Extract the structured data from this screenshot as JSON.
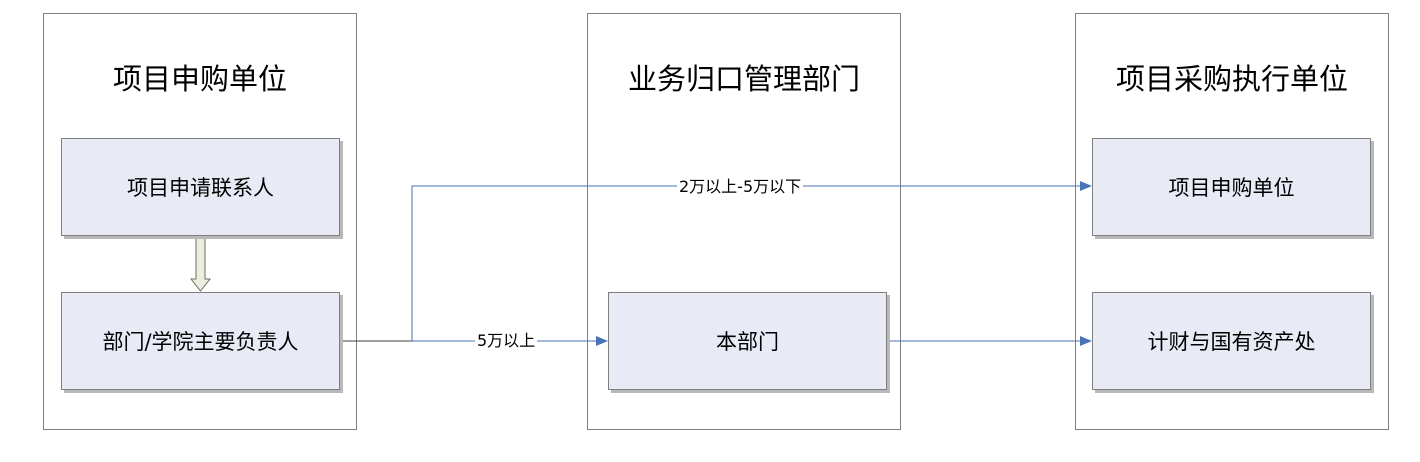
{
  "lanes": [
    {
      "title": "项目申购单位"
    },
    {
      "title": "业务归口管理部门"
    },
    {
      "title": "项目采购执行单位"
    }
  ],
  "boxes": {
    "contact": "项目申请联系人",
    "head": "部门/学院主要负责人",
    "this_dept": "本部门",
    "purchase_unit": "项目申购单位",
    "finance_office": "计财与国有资产处"
  },
  "edges": {
    "to_purchase_unit": "2万以上-5万以下",
    "to_this_dept": "5万以上"
  },
  "colors": {
    "box_fill": "#e8ebf5",
    "arrow_blue": "#4a72b8",
    "connector": "#404040"
  }
}
